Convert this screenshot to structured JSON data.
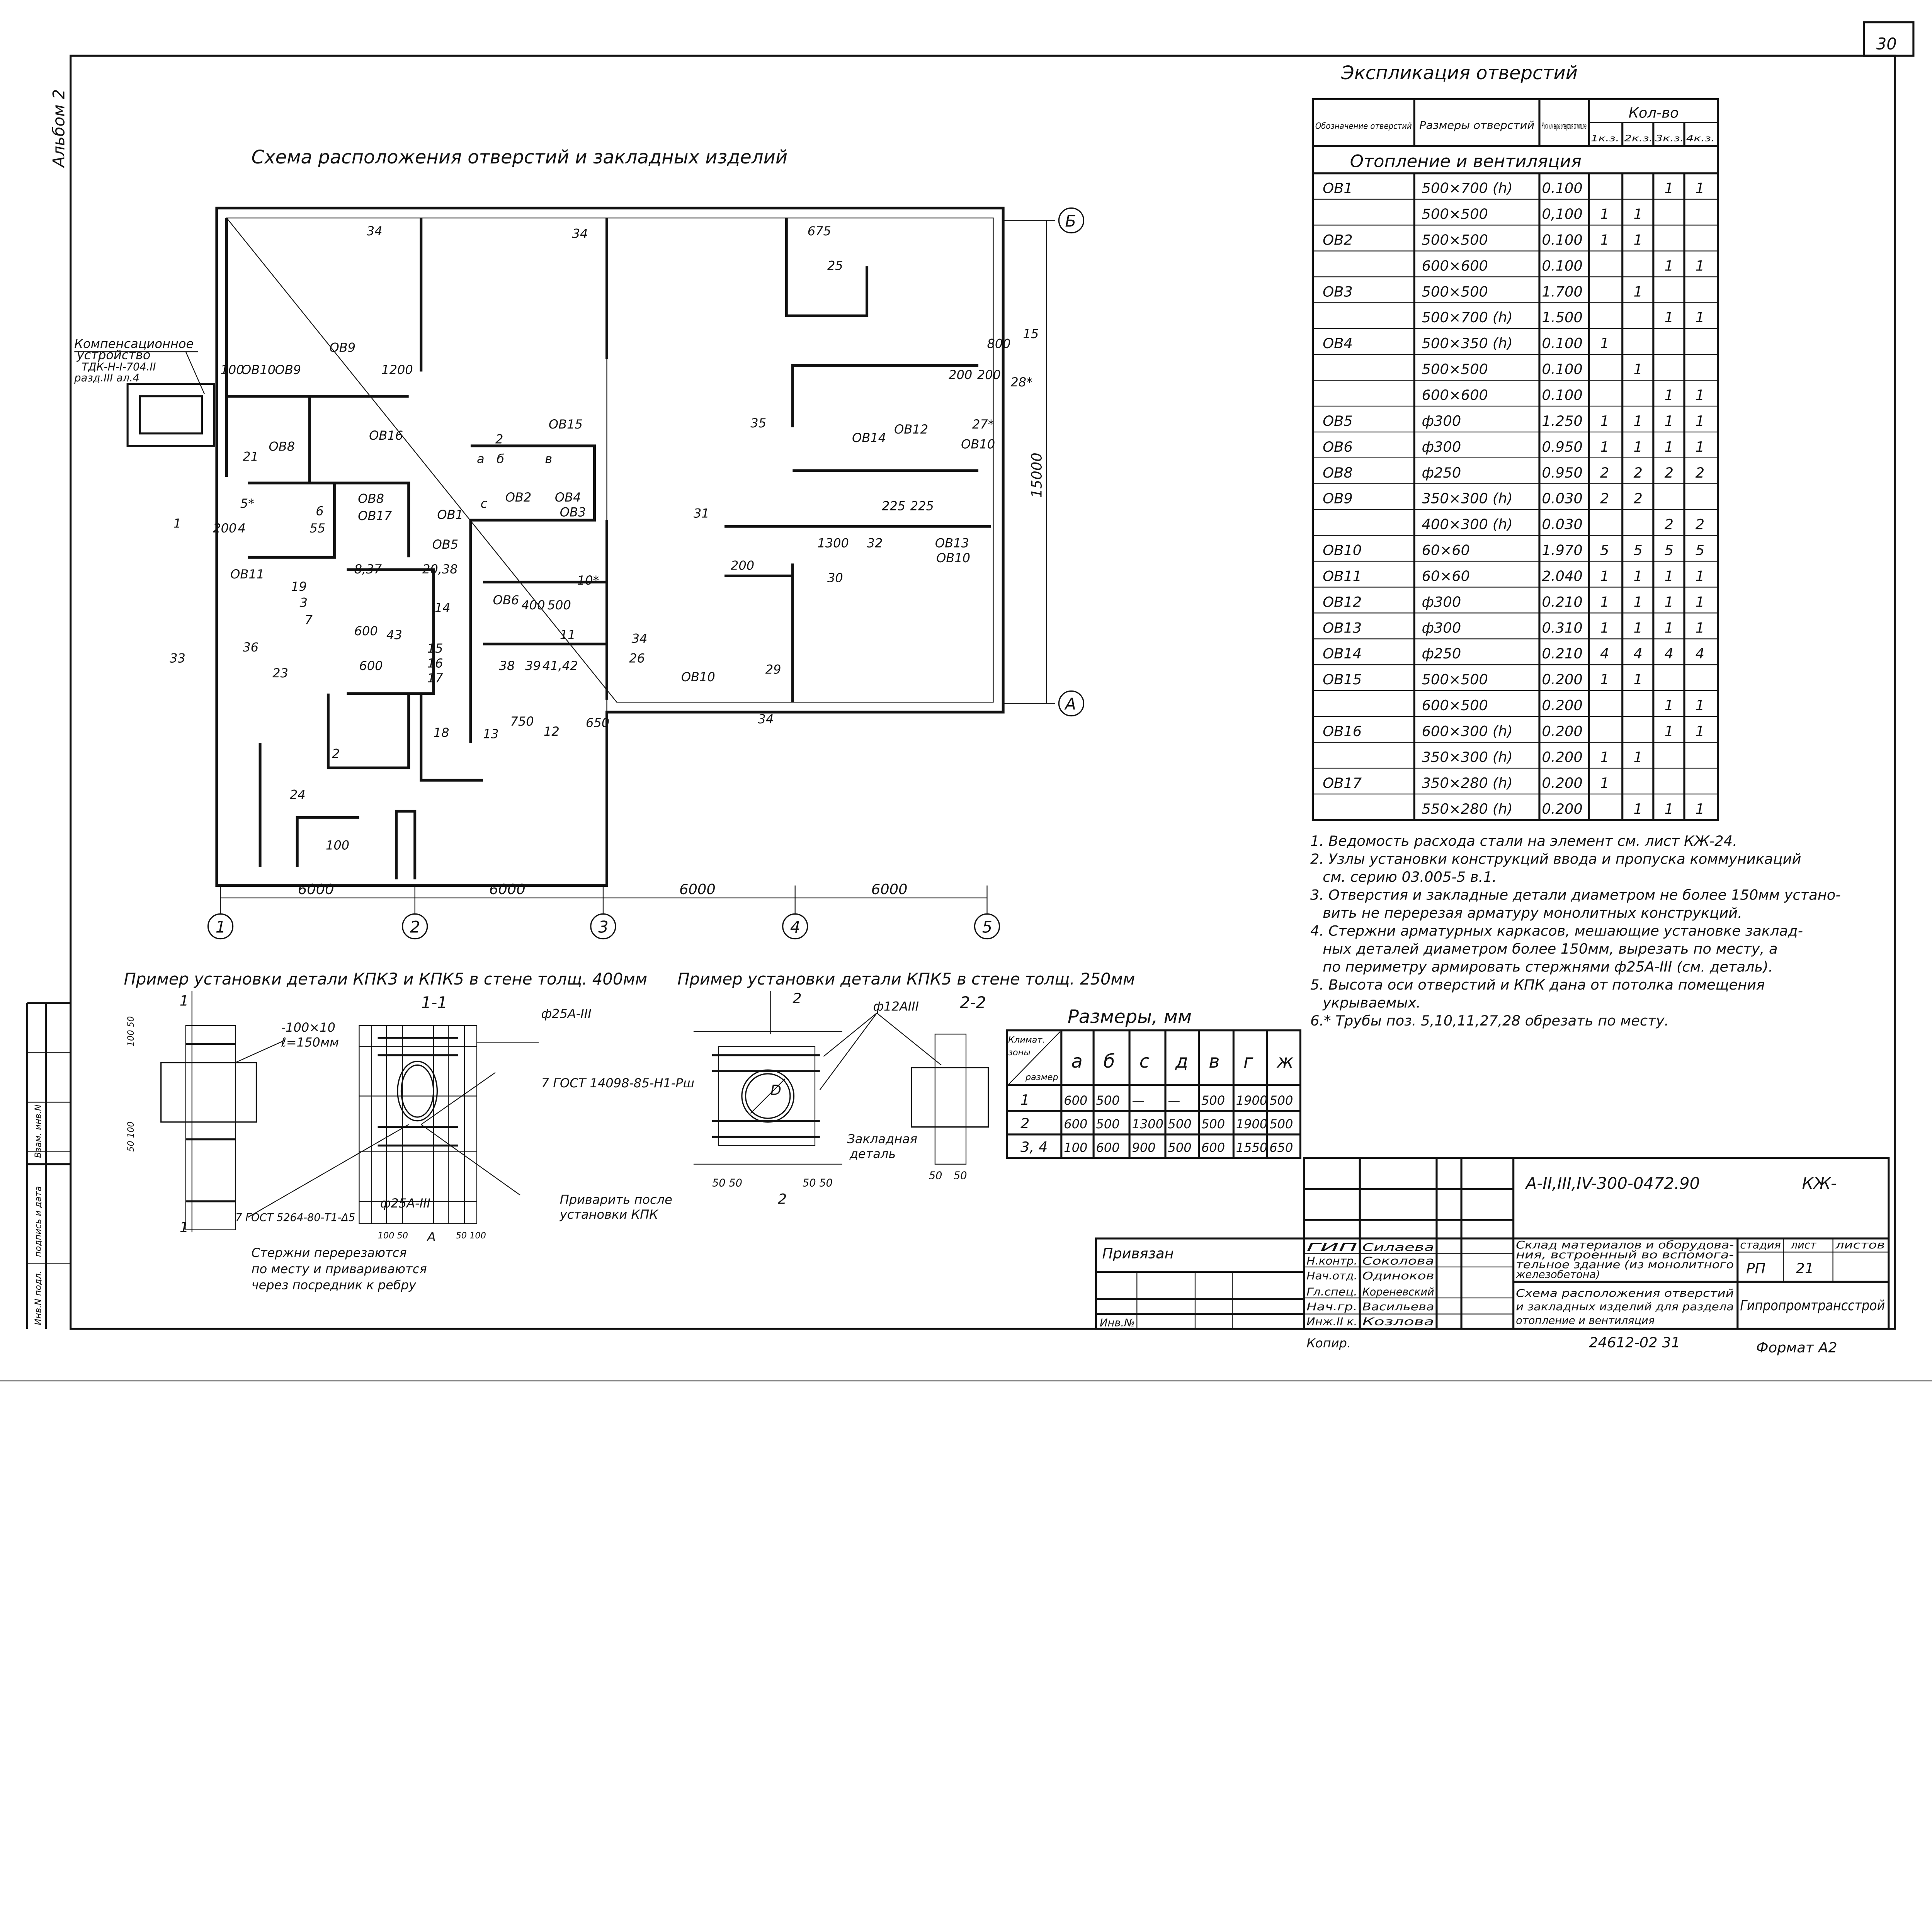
{
  "sheet": {
    "page_number": "30",
    "album": "Альбом 2",
    "stamp_left": [
      "Инв.N подл.",
      "подпись и дата",
      "Взам. инв.N"
    ]
  },
  "plan": {
    "title": "Схема расположения отверстий и закладных изделий",
    "device_note": [
      "Компенсационное",
      "устройство",
      "ТДК-Н-I-704.II",
      "разд.III ал.4"
    ],
    "axes_x": [
      "1",
      "2",
      "3",
      "4",
      "5"
    ],
    "axes_y": [
      "Б",
      "А"
    ],
    "spans": [
      "6000",
      "6000",
      "6000",
      "6000"
    ],
    "overall_height": "15000",
    "labels": [
      "34",
      "34",
      "34",
      "25",
      "675",
      "ОВ9",
      "1200",
      "100",
      "ОВ10",
      "ОВ9",
      "ОВ16",
      "ОВ15",
      "ОВ14",
      "ОВ12",
      "ОВ10",
      "35",
      "31",
      "32",
      "1300",
      "ОВ13",
      "ОВ10",
      "30",
      "29",
      "ОВ10",
      "ОВ8",
      "21",
      "6",
      "55",
      "4",
      "5*",
      "ОВ11",
      "19",
      "3",
      "7",
      "43",
      "36",
      "33",
      "23",
      "2",
      "24",
      "18",
      "17",
      "16",
      "15",
      "14",
      "13",
      "12",
      "750",
      "650",
      "26",
      "34",
      "10*",
      "11",
      "ОВ6",
      "ОВ1",
      "ОВ5",
      "ОВ2",
      "ОВ4",
      "ОВ3",
      "ОВ17",
      "ОВ8",
      "27*",
      "28*",
      "15",
      "2",
      "41,42",
      "39",
      "38",
      "20,38",
      "8,37",
      "а",
      "б",
      "в",
      "с",
      "600",
      "200",
      "200",
      "800",
      "225",
      "225",
      "200",
      "200",
      "100",
      "400",
      "500",
      "600",
      "1"
    ]
  },
  "explication": {
    "title": "Экспликация отверстий",
    "headers": {
      "designation": "Обозначение отверстий",
      "sizes": "Размеры отверстий",
      "height": "Н оси или верха отверстия от потолка",
      "qty": "Кол-во",
      "zones": [
        "1к.з.",
        "2к.з.",
        "3к.з.",
        "4к.з."
      ]
    },
    "section": "Отопление и вентиляция",
    "rows": [
      {
        "id": "ОВ1",
        "size": "500×700 (h)",
        "h": "0.100",
        "q": [
          "",
          "",
          "1",
          "1"
        ]
      },
      {
        "id": "",
        "size": "500×500",
        "h": "0,100",
        "q": [
          "1",
          "1",
          "",
          ""
        ]
      },
      {
        "id": "ОВ2",
        "size": "500×500",
        "h": "0.100",
        "q": [
          "1",
          "1",
          "",
          ""
        ]
      },
      {
        "id": "",
        "size": "600×600",
        "h": "0.100",
        "q": [
          "",
          "",
          "1",
          "1"
        ]
      },
      {
        "id": "ОВ3",
        "size": "500×500",
        "h": "1.700",
        "q": [
          "",
          "1",
          "",
          ""
        ]
      },
      {
        "id": "",
        "size": "500×700 (h)",
        "h": "1.500",
        "q": [
          "",
          "",
          "1",
          "1"
        ]
      },
      {
        "id": "ОВ4",
        "size": "500×350 (h)",
        "h": "0.100",
        "q": [
          "1",
          "",
          "",
          ""
        ]
      },
      {
        "id": "",
        "size": "500×500",
        "h": "0.100",
        "q": [
          "",
          "1",
          "",
          ""
        ]
      },
      {
        "id": "",
        "size": "600×600",
        "h": "0.100",
        "q": [
          "",
          "",
          "1",
          "1"
        ]
      },
      {
        "id": "ОВ5",
        "size": "ф300",
        "h": "1.250",
        "q": [
          "1",
          "1",
          "1",
          "1"
        ]
      },
      {
        "id": "ОВ6",
        "size": "ф300",
        "h": "0.950",
        "q": [
          "1",
          "1",
          "1",
          "1"
        ]
      },
      {
        "id": "ОВ8",
        "size": "ф250",
        "h": "0.950",
        "q": [
          "2",
          "2",
          "2",
          "2"
        ]
      },
      {
        "id": "ОВ9",
        "size": "350×300 (h)",
        "h": "0.030",
        "q": [
          "2",
          "2",
          "",
          ""
        ]
      },
      {
        "id": "",
        "size": "400×300 (h)",
        "h": "0.030",
        "q": [
          "",
          "",
          "2",
          "2"
        ]
      },
      {
        "id": "ОВ10",
        "size": "60×60",
        "h": "1.970",
        "q": [
          "5",
          "5",
          "5",
          "5"
        ]
      },
      {
        "id": "ОВ11",
        "size": "60×60",
        "h": "2.040",
        "q": [
          "1",
          "1",
          "1",
          "1"
        ]
      },
      {
        "id": "ОВ12",
        "size": "ф300",
        "h": "0.210",
        "q": [
          "1",
          "1",
          "1",
          "1"
        ]
      },
      {
        "id": "ОВ13",
        "size": "ф300",
        "h": "0.310",
        "q": [
          "1",
          "1",
          "1",
          "1"
        ]
      },
      {
        "id": "ОВ14",
        "size": "ф250",
        "h": "0.210",
        "q": [
          "4",
          "4",
          "4",
          "4"
        ]
      },
      {
        "id": "ОВ15",
        "size": "500×500",
        "h": "0.200",
        "q": [
          "1",
          "1",
          "",
          ""
        ]
      },
      {
        "id": "",
        "size": "600×500",
        "h": "0.200",
        "q": [
          "",
          "",
          "1",
          "1"
        ]
      },
      {
        "id": "ОВ16",
        "size": "600×300 (h)",
        "h": "0.200",
        "q": [
          "",
          "",
          "1",
          "1"
        ]
      },
      {
        "id": "",
        "size": "350×300 (h)",
        "h": "0.200",
        "q": [
          "1",
          "1",
          "",
          ""
        ]
      },
      {
        "id": "ОВ17",
        "size": "350×280 (h)",
        "h": "0.200",
        "q": [
          "1",
          "",
          "",
          ""
        ]
      },
      {
        "id": "",
        "size": "550×280 (h)",
        "h": "0.200",
        "q": [
          "",
          "1",
          "1",
          "1"
        ]
      }
    ]
  },
  "notes": [
    "1. Ведомость расхода стали на элемент см. лист КЖ-24.",
    "2. Узлы установки конструкций ввода и пропуска коммуникаций",
    "см. серию 03.005-5 в.1.",
    "3. Отверстия и закладные детали диаметром не более 150мм устано-",
    "вить не перерезая арматуру монолитных конструкций.",
    "4. Стержни арматурных каркасов, мешающие установке заклад-",
    "ных деталей диаметром более 150мм, вырезать по месту, а",
    "по периметру армировать стержнями ф25А-III (см. деталь).",
    "5. Высота оси отверстий и КПК дана от потолка помещения",
    "укрываемых.",
    "6.* Трубы поз. 5,10,11,27,28 обрезать по месту."
  ],
  "detail1": {
    "title": "Пример установки детали КПК3 и КПК5 в стене толщ. 400мм",
    "section": "1-1",
    "cut": "1",
    "plate": [
      "-100×10",
      "ℓ=150мм"
    ],
    "rebar_top": "ф25А-III",
    "gost1": "7 ГОСТ 14098-85-Н1-Рш",
    "gost2": "7 ГОСТ 5264-80-Т1-Δ5",
    "rebar_bottom": "ф25А-III",
    "weld_note": [
      "Приварить после",
      "установки КПК"
    ],
    "cut_note": [
      "Стержни перерезаются",
      "по месту и привариваются",
      "через посредник к ребру"
    ],
    "dims": [
      "100 50",
      "А",
      "50 100",
      "100 50",
      "50 100"
    ]
  },
  "detail2": {
    "title": "Пример установки детали КПК5 в стене толщ. 250мм",
    "section": "2-2",
    "cut": "2",
    "rebar": "ф12АIII",
    "diameter": "D",
    "embedded": [
      "Закладная",
      "деталь"
    ],
    "dims": [
      "50 50",
      "50 50",
      "50",
      "50"
    ]
  },
  "dimensions_table": {
    "title": "Размеры, мм",
    "corner": [
      "Климат.",
      "зоны",
      "размер"
    ],
    "columns": [
      "а",
      "б",
      "с",
      "д",
      "в",
      "г",
      "ж"
    ],
    "rows": [
      {
        "zone": "1",
        "values": [
          "600",
          "500",
          "—",
          "—",
          "500",
          "1900",
          "500"
        ]
      },
      {
        "zone": "2",
        "values": [
          "600",
          "500",
          "1300",
          "500",
          "500",
          "1900",
          "500"
        ]
      },
      {
        "zone": "3, 4",
        "values": [
          "100",
          "600",
          "900",
          "500",
          "600",
          "1550",
          "650"
        ]
      }
    ]
  },
  "title_block": {
    "code": "А-II,III,IV-300-0472.90",
    "mark": "КЖ-",
    "attached": "Привязан",
    "inv": "Инв.№",
    "roles": [
      "ГИП",
      "Н.контр.",
      "Нач.отд.",
      "Гл.спец.",
      "Нач.гр.",
      "Инж.II к."
    ],
    "names": [
      "Силаева",
      "Соколова",
      "Одиноков",
      "Кореневский",
      "Васильева",
      "Козлова"
    ],
    "object": [
      "Склад материалов и оборудова-",
      "ния, встроенный во вспомога-",
      "тельное здание (из монолитного",
      "железобетона)"
    ],
    "sheet_title": [
      "Схема расположения отверстий",
      "и закладных изделий для раздела",
      "отопление и вентиляция"
    ],
    "stage_label": "стадия",
    "sheet_label": "лист",
    "sheets_label": "листов",
    "stage": "РП",
    "sheet": "21",
    "org": "Гипропромтрансстрой",
    "copied": "Копир.",
    "archive": "24612-02   31",
    "format": "Формат А2"
  }
}
